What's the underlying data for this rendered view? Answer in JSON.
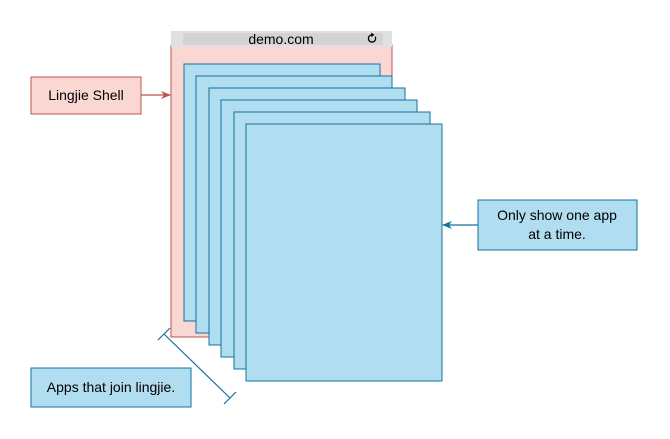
{
  "browser": {
    "url": "demo.com",
    "reload_icon": "reload-icon"
  },
  "labels": {
    "shell": "Lingjie Shell",
    "one_app_line1": "Only show one app",
    "one_app_line2": "at a time.",
    "apps": "Apps that join lingjie."
  },
  "colors": {
    "shell_fill": "#fad7d3",
    "shell_stroke": "#b85450",
    "app_fill": "#b1ddf0",
    "app_stroke": "#10739e",
    "browser_bar": "#e0e0e0"
  },
  "app_panel_count": 6
}
